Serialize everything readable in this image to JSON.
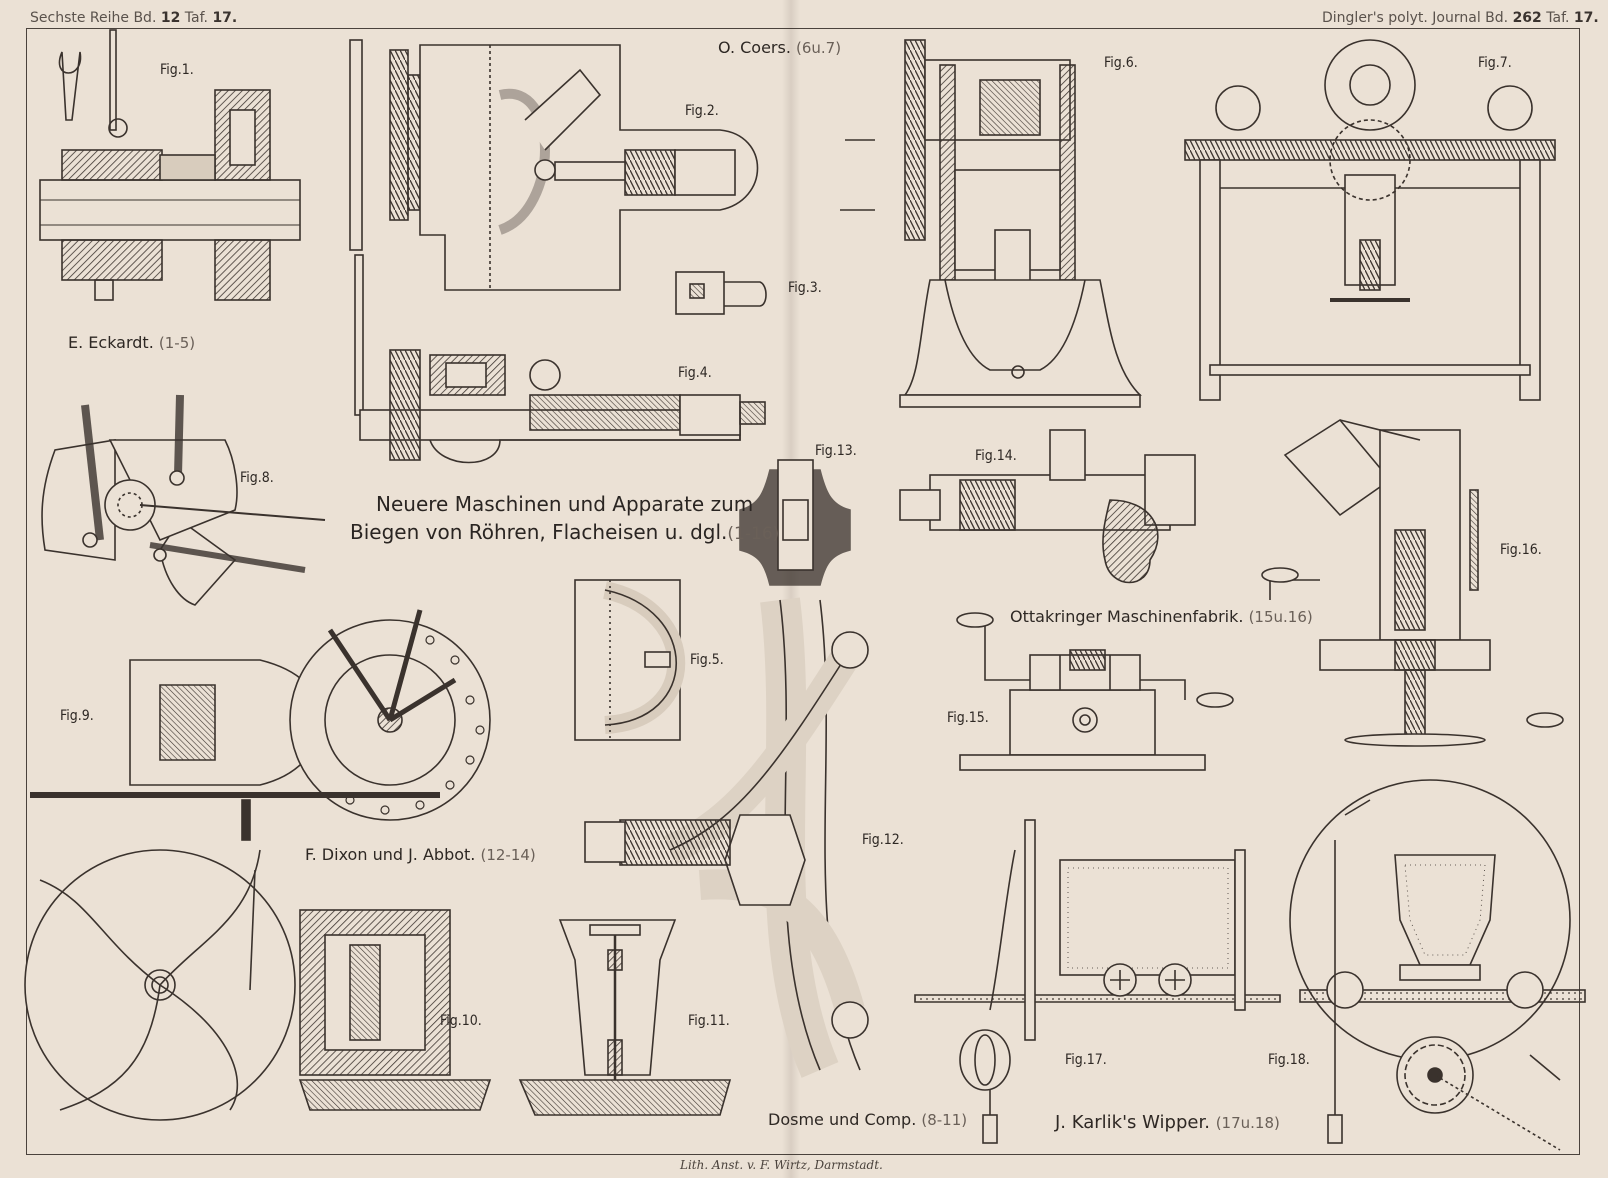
{
  "header": {
    "left_prefix": "Sechste Reihe Bd.",
    "left_volume": "12",
    "left_plate_prefix": "Taf.",
    "left_plate": "17.",
    "right_prefix": "Dingler's polyt. Journal Bd.",
    "right_volume": "262",
    "right_plate_prefix": "Taf.",
    "right_plate": "17."
  },
  "title": {
    "line1": "Neuere Maschinen und Apparate zum",
    "line2": "Biegen von Röhren, Flacheisen u. dgl.",
    "range": "(1-16)"
  },
  "figures": [
    {
      "id": "fig1",
      "label": "Fig.1."
    },
    {
      "id": "fig2",
      "label": "Fig.2."
    },
    {
      "id": "fig3",
      "label": "Fig.3."
    },
    {
      "id": "fig4",
      "label": "Fig.4."
    },
    {
      "id": "fig5",
      "label": "Fig.5."
    },
    {
      "id": "fig6",
      "label": "Fig.6."
    },
    {
      "id": "fig7",
      "label": "Fig.7."
    },
    {
      "id": "fig8",
      "label": "Fig.8."
    },
    {
      "id": "fig9",
      "label": "Fig.9."
    },
    {
      "id": "fig10",
      "label": "Fig.10."
    },
    {
      "id": "fig11",
      "label": "Fig.11."
    },
    {
      "id": "fig12",
      "label": "Fig.12."
    },
    {
      "id": "fig13",
      "label": "Fig.13."
    },
    {
      "id": "fig14",
      "label": "Fig.14."
    },
    {
      "id": "fig15",
      "label": "Fig.15."
    },
    {
      "id": "fig16",
      "label": "Fig.16."
    },
    {
      "id": "fig17",
      "label": "Fig.17."
    },
    {
      "id": "fig18",
      "label": "Fig.18."
    }
  ],
  "credits": [
    {
      "id": "eckardt",
      "name": "E. Eckardt.",
      "range": "(1-5)"
    },
    {
      "id": "coers",
      "name": "O. Coers.",
      "range": "(6u.7)"
    },
    {
      "id": "ottakringer",
      "name": "Ottakringer Maschinenfabrik.",
      "range": "(15u.16)"
    },
    {
      "id": "dixon",
      "name": "F. Dixon und J. Abbot.",
      "range": "(12-14)"
    },
    {
      "id": "dosme",
      "name": "Dosme und Comp.",
      "range": "(8-11)"
    },
    {
      "id": "karlik",
      "name": "J. Karlik's Wipper.",
      "range": "(17u.18)"
    }
  ],
  "footer": {
    "text": "Lith. Anst. v. F. Wirtz, Darmstadt."
  }
}
